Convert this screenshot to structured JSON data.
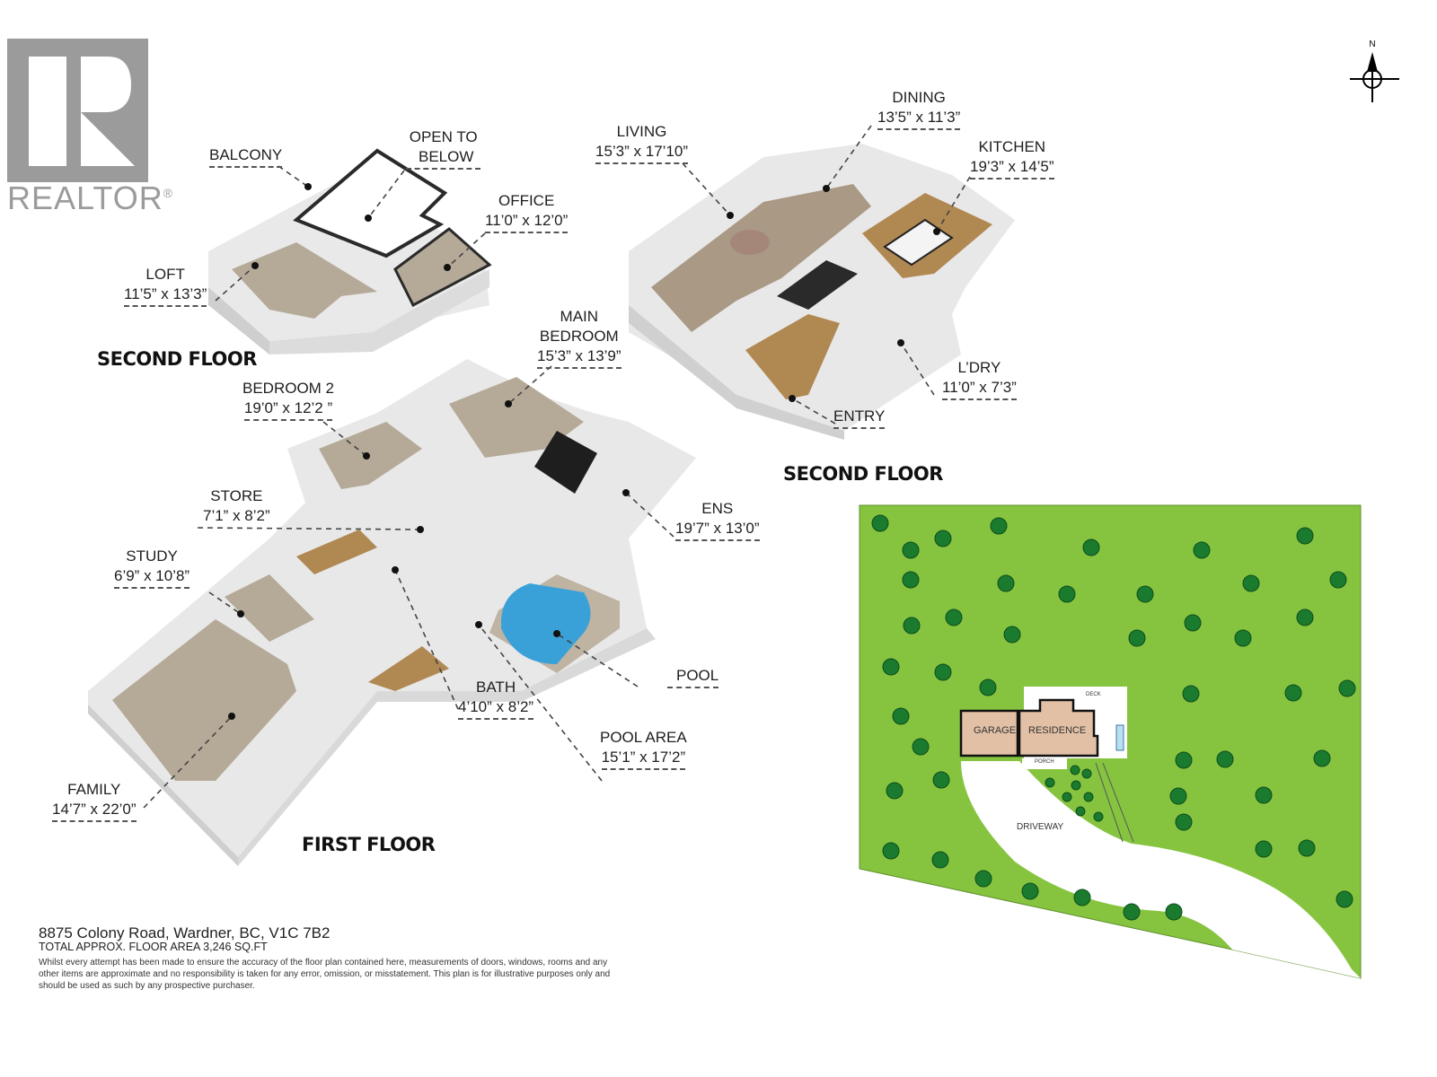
{
  "logo": {
    "brand": "REALTOR",
    "mark": "®",
    "color": "#9b9b9b"
  },
  "compass": {
    "label": "N"
  },
  "floors": {
    "second_floor_upper": {
      "title": "SECOND FLOOR"
    },
    "second_floor_main": {
      "title": "SECOND FLOOR"
    },
    "first_floor": {
      "title": "FIRST FLOOR"
    }
  },
  "rooms": {
    "balcony": {
      "name": "BALCONY",
      "dims": ""
    },
    "open_to_below": {
      "name": "OPEN TO",
      "name2": "BELOW",
      "dims": ""
    },
    "office": {
      "name": "OFFICE",
      "dims": "11’0” x 12’0”"
    },
    "loft": {
      "name": "LOFT",
      "dims": "11’5” x 13’3”"
    },
    "living": {
      "name": "LIVING",
      "dims": "15’3” x 17’10”"
    },
    "dining": {
      "name": "DINING",
      "dims": "13’5” x 11’3”"
    },
    "kitchen": {
      "name": "KITCHEN",
      "dims": "19’3” x 14’5”"
    },
    "laundry": {
      "name": "L’DRY",
      "dims": "11’0” x 7’3”"
    },
    "entry": {
      "name": "ENTRY",
      "dims": ""
    },
    "main_bedroom": {
      "name": "MAIN",
      "name2": "BEDROOM",
      "dims": "15’3” x 13’9”"
    },
    "bedroom2": {
      "name": "BEDROOM 2",
      "dims": "19’0” x 12’2 ”"
    },
    "store": {
      "name": "STORE",
      "dims": "7’1” x 8’2”"
    },
    "study": {
      "name": "STUDY",
      "dims": "6’9” x 10’8”"
    },
    "ensuite": {
      "name": "ENS",
      "dims": "19’7” x 13’0”"
    },
    "pool": {
      "name": "POOL",
      "dims": ""
    },
    "bath": {
      "name": "BATH",
      "dims": "4’10” x 8’2”"
    },
    "pool_area": {
      "name": "POOL AREA",
      "dims": "15’1” x 17’2”"
    },
    "family": {
      "name": "FAMILY",
      "dims": "14’7” x 22’0”"
    }
  },
  "site_plan": {
    "garage": "GARAGE",
    "residence": "RESIDENCE",
    "deck": "DECK",
    "porch": "PORCH",
    "driveway": "DRIVEWAY",
    "colors": {
      "lawn": "#86c440",
      "tree": "#1a7a2e",
      "building": "#e2c0a6",
      "paving": "#ffffff"
    }
  },
  "footer": {
    "address": "8875 Colony Road, Wardner, BC, V1C 7B2",
    "total_area": "TOTAL APPROX. FLOOR AREA 3,246 SQ.FT",
    "disclaimer": "Whilst every attempt has been made to ensure the accuracy of the floor plan contained here, measurements of doors, windows, rooms and any other items are approximate and no responsibility is taken for any error, omission, or misstatement. This plan is for illustrative purposes only and should be used as such by any prospective purchaser."
  }
}
